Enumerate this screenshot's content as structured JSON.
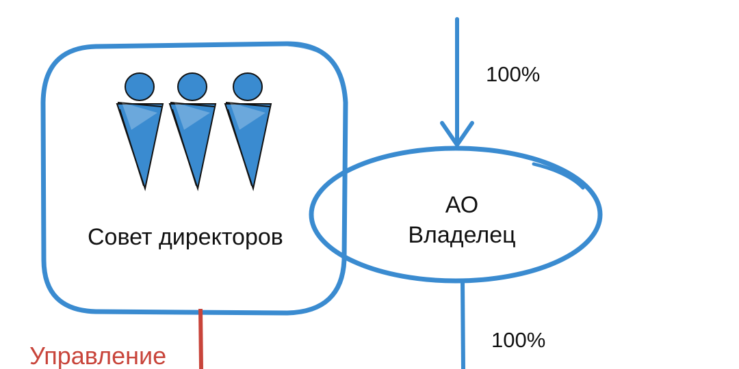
{
  "board": {
    "label": "Совет директоров",
    "icon": "people-icon"
  },
  "owner": {
    "line1": "АО",
    "line2": "Владелец"
  },
  "edges": {
    "top_percent": "100%",
    "bottom_percent": "100%",
    "management_label": "Управление"
  },
  "colors": {
    "blue": "#3a8bd0",
    "red": "#c8443a",
    "ink": "#111111"
  }
}
